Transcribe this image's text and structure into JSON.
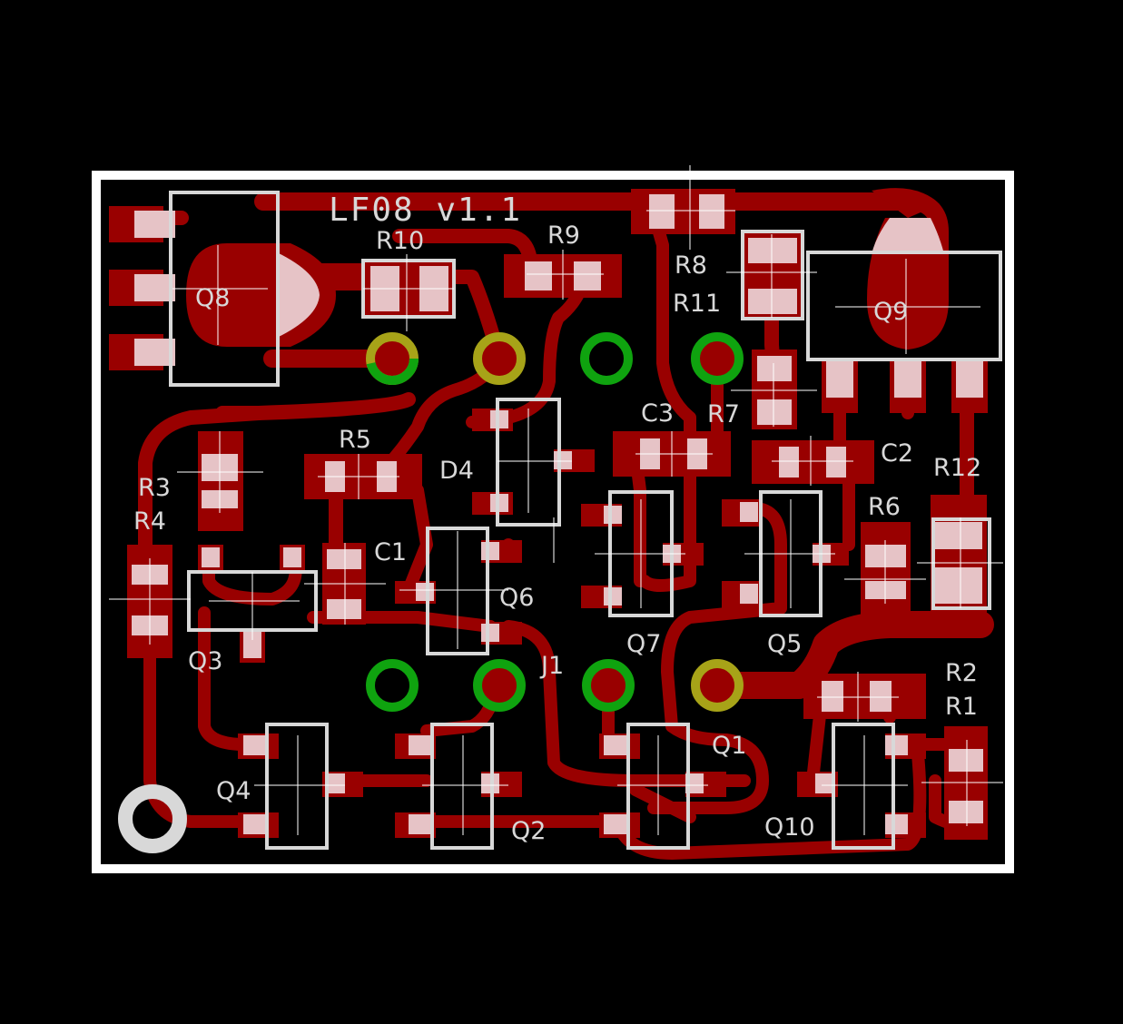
{
  "board": {
    "title": "LF08 v1.1",
    "colors": {
      "background": "#000000",
      "board_edge": "#ffffff",
      "copper": "#990000",
      "pad_overlay": "#e6c3c6",
      "silkscreen": "#d8d8d8",
      "via_green": "#0fa30f",
      "via_yellow": "#a7a318"
    }
  },
  "components": {
    "q8": "Q8",
    "q9": "Q9",
    "r10": "R10",
    "r9": "R9",
    "r8": "R8",
    "r11": "R11",
    "r7": "R7",
    "c3": "C3",
    "c2": "C2",
    "r12": "R12",
    "r5": "R5",
    "d4": "D4",
    "r3": "R3",
    "r4": "R4",
    "c1": "C1",
    "q6": "Q6",
    "q7": "Q7",
    "q5": "Q5",
    "r6": "R6",
    "q3": "Q3",
    "j1": "J1",
    "r2": "R2",
    "r1": "R1",
    "q1": "Q1",
    "q4": "Q4",
    "q2": "Q2",
    "q10": "Q10"
  }
}
